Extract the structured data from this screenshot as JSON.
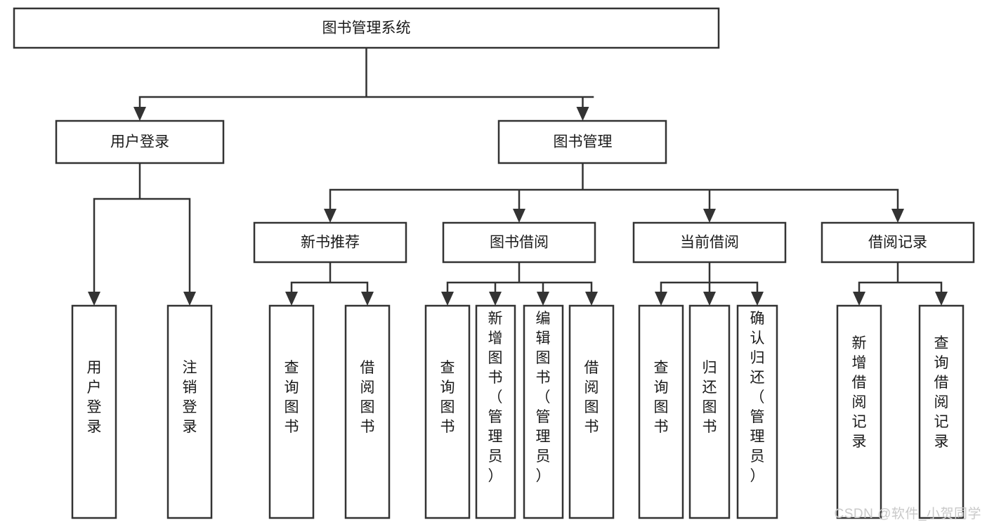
{
  "diagram": {
    "type": "tree",
    "title": "图书管理系统",
    "watermark": "CSDN @软件_小贺同学",
    "colors": {
      "box_stroke": "#333333",
      "box_fill": "#ffffff",
      "text": "#1a1a1a",
      "background": "#ffffff",
      "watermark": "#c9c9c9"
    },
    "root": {
      "id": "root",
      "label": "图书管理系统",
      "orientation": "horizontal"
    },
    "level2": [
      {
        "id": "user-login",
        "label": "用户登录",
        "orientation": "horizontal"
      },
      {
        "id": "book-manage",
        "label": "图书管理",
        "orientation": "horizontal"
      }
    ],
    "level3": [
      {
        "id": "new-book-recommend",
        "label": "新书推荐",
        "parent": "book-manage",
        "orientation": "horizontal"
      },
      {
        "id": "book-borrow",
        "label": "图书借阅",
        "parent": "book-manage",
        "orientation": "horizontal"
      },
      {
        "id": "current-borrow",
        "label": "当前借阅",
        "parent": "book-manage",
        "orientation": "horizontal"
      },
      {
        "id": "borrow-record",
        "label": "借阅记录",
        "parent": "book-manage",
        "orientation": "horizontal"
      }
    ],
    "leaves": [
      {
        "id": "leaf-user-login",
        "label": "用户登录",
        "parent": "user-login",
        "orientation": "vertical"
      },
      {
        "id": "leaf-logout",
        "label": "注销登录",
        "parent": "user-login",
        "orientation": "vertical"
      },
      {
        "id": "leaf-query-book-1",
        "label": "查询图书",
        "parent": "new-book-recommend",
        "orientation": "vertical"
      },
      {
        "id": "leaf-borrow-book-1",
        "label": "借阅图书",
        "parent": "new-book-recommend",
        "orientation": "vertical"
      },
      {
        "id": "leaf-query-book-2",
        "label": "查询图书",
        "parent": "book-borrow",
        "orientation": "vertical"
      },
      {
        "id": "leaf-add-book",
        "label": "新增图书（管理员）",
        "parent": "book-borrow",
        "orientation": "vertical"
      },
      {
        "id": "leaf-edit-book",
        "label": "编辑图书（管理员）",
        "parent": "book-borrow",
        "orientation": "vertical"
      },
      {
        "id": "leaf-borrow-book-2",
        "label": "借阅图书",
        "parent": "book-borrow",
        "orientation": "vertical"
      },
      {
        "id": "leaf-query-book-3",
        "label": "查询图书",
        "parent": "current-borrow",
        "orientation": "vertical"
      },
      {
        "id": "leaf-return-book",
        "label": "归还图书",
        "parent": "current-borrow",
        "orientation": "vertical"
      },
      {
        "id": "leaf-confirm-return",
        "label": "确认归还（管理员）",
        "parent": "current-borrow",
        "orientation": "vertical"
      },
      {
        "id": "leaf-add-record",
        "label": "新增借阅记录",
        "parent": "borrow-record",
        "orientation": "vertical"
      },
      {
        "id": "leaf-query-record",
        "label": "查询借阅记录",
        "parent": "borrow-record",
        "orientation": "vertical"
      }
    ]
  }
}
